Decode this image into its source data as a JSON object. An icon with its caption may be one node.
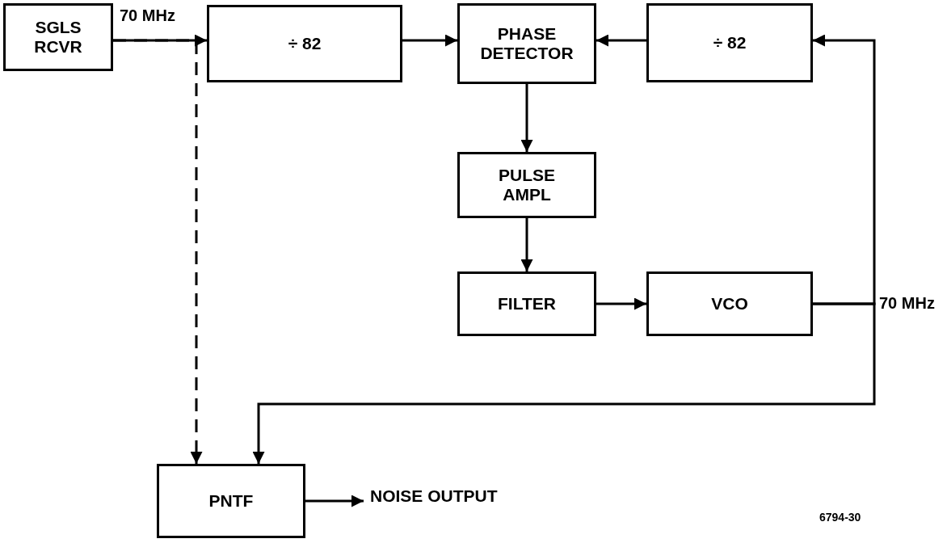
{
  "diagram": {
    "nodes": [
      {
        "text": [
          "SGLS RCVR"
        ]
      },
      {
        "text": [
          "÷ 82"
        ]
      },
      {
        "text": [
          "PHASE DETECTOR"
        ]
      },
      {
        "text": [
          "÷ 82"
        ]
      },
      {
        "text": [
          "PULSE AMPL"
        ]
      },
      {
        "text": [
          "FILTER"
        ]
      },
      {
        "text": [
          "VCO"
        ]
      },
      {
        "text": [
          "PNTF"
        ]
      },
      {
        "text": [
          "NOISE OUTPUT"
        ]
      }
    ],
    "edges": [
      {
        "from": 0,
        "to": 1,
        "arrow": "to",
        "label": "70 MHz"
      },
      {
        "from": 0,
        "to": 7,
        "arrow": "to",
        "style": "dashed"
      },
      {
        "from": 1,
        "to": 2,
        "arrow": "to"
      },
      {
        "from": 3,
        "to": 2,
        "arrow": "to"
      },
      {
        "from": 2,
        "to": 4,
        "arrow": "to"
      },
      {
        "from": 4,
        "to": 5,
        "arrow": "to"
      },
      {
        "from": 5,
        "to": 6,
        "arrow": "to"
      },
      {
        "from": 6,
        "to": 3,
        "arrow": "to",
        "label": "70 MHz"
      },
      {
        "from": 6,
        "to": 7,
        "arrow": "to"
      },
      {
        "from": 7,
        "to": 8,
        "arrow": "to"
      }
    ],
    "labels": [
      "6794-30"
    ]
  }
}
